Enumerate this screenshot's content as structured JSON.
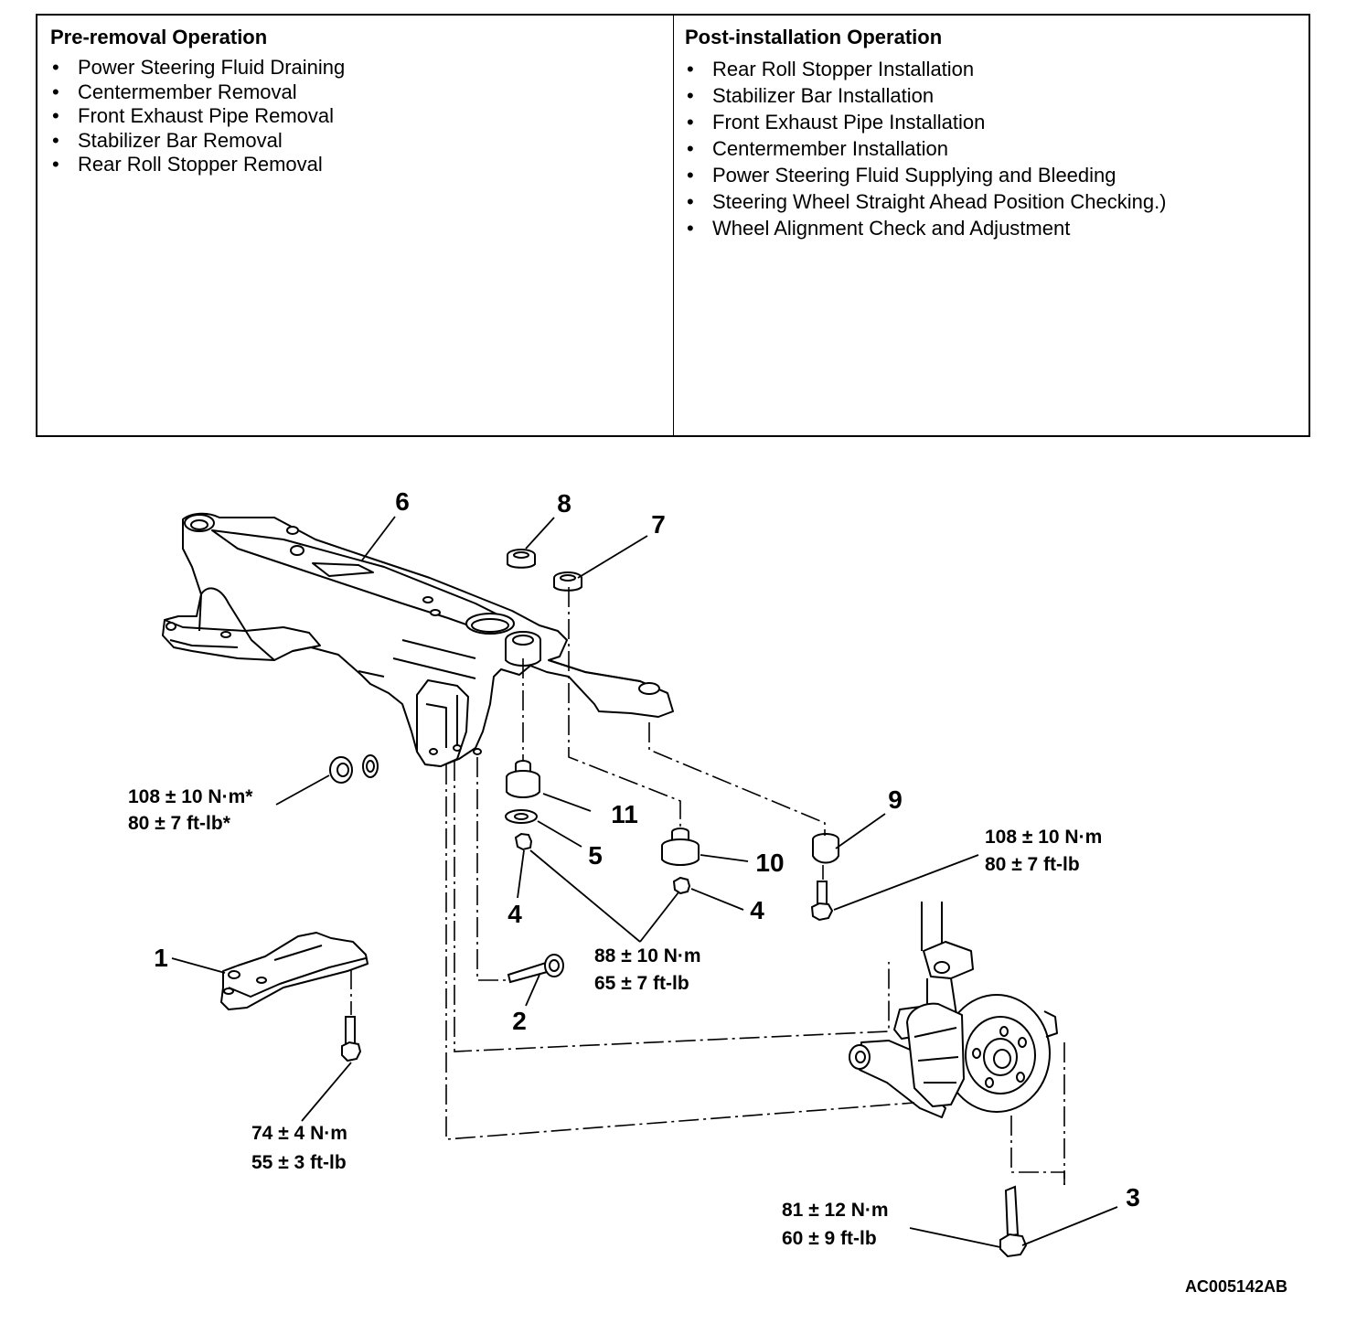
{
  "pre_removal": {
    "title": "Pre-removal Operation",
    "items": [
      "Power Steering Fluid Draining",
      "Centermember Removal",
      "Front Exhaust Pipe Removal",
      "Stabilizer Bar Removal",
      "Rear Roll Stopper Removal"
    ]
  },
  "post_installation": {
    "title": "Post-installation Operation",
    "items": [
      "Rear Roll Stopper Installation",
      "Stabilizer Bar Installation",
      "Front Exhaust Pipe Installation",
      "Centermember Installation",
      "Power Steering Fluid Supplying and Bleeding",
      "Steering Wheel Straight Ahead Position Checking.)",
      "Wheel Alignment Check and Adjustment"
    ]
  },
  "callouts": {
    "c1": "1",
    "c2": "2",
    "c3": "3",
    "c4a": "4",
    "c4b": "4",
    "c5": "5",
    "c6": "6",
    "c7": "7",
    "c8": "8",
    "c9": "9",
    "c10": "10",
    "c11": "11"
  },
  "torques": {
    "t1": {
      "nm": "108 ± 10 N·m*",
      "ftlb": "80 ± 7 ft-lb*"
    },
    "t2": {
      "nm": "108 ± 10 N·m",
      "ftlb": "80 ± 7 ft-lb"
    },
    "t3": {
      "nm": "88 ± 10 N·m",
      "ftlb": "65 ± 7 ft-lb"
    },
    "t4": {
      "nm": "74 ± 4 N·m",
      "ftlb": "55 ± 3 ft-lb"
    },
    "t5": {
      "nm": "81 ± 12 N·m",
      "ftlb": "60 ± 9 ft-lb"
    }
  },
  "figure_code": "AC005142AB"
}
